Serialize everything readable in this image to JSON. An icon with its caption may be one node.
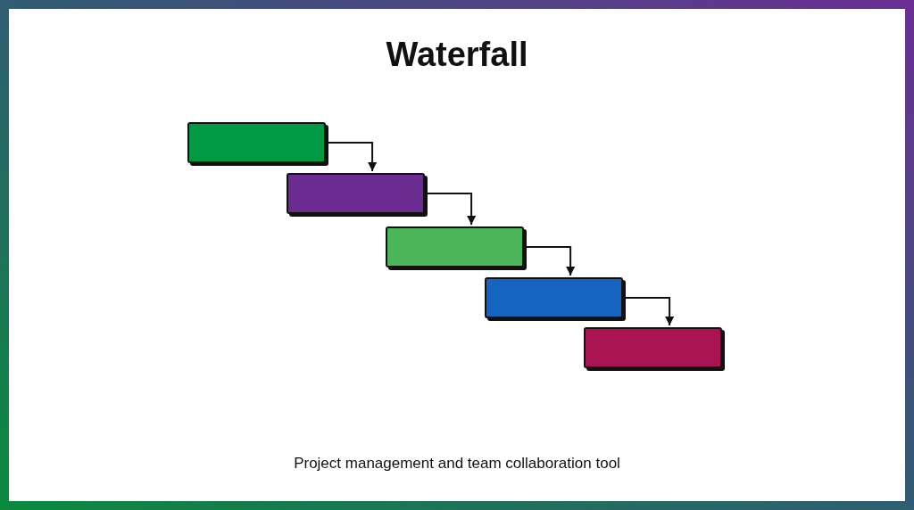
{
  "diagram": {
    "title": "Waterfall",
    "nodes": [
      {
        "text": [],
        "shape": "box"
      },
      {
        "text": [],
        "shape": "box"
      },
      {
        "text": [],
        "shape": "box"
      },
      {
        "text": [],
        "shape": "box"
      },
      {
        "text": [],
        "shape": "box"
      }
    ],
    "edges": [
      {
        "from": 0,
        "to": 1,
        "arrow": "to"
      },
      {
        "from": 1,
        "to": 2,
        "arrow": "to"
      },
      {
        "from": 2,
        "to": 3,
        "arrow": "to"
      },
      {
        "from": 3,
        "to": 4,
        "arrow": "to"
      }
    ],
    "labels": [
      "Project management and team collaboration tool"
    ]
  }
}
